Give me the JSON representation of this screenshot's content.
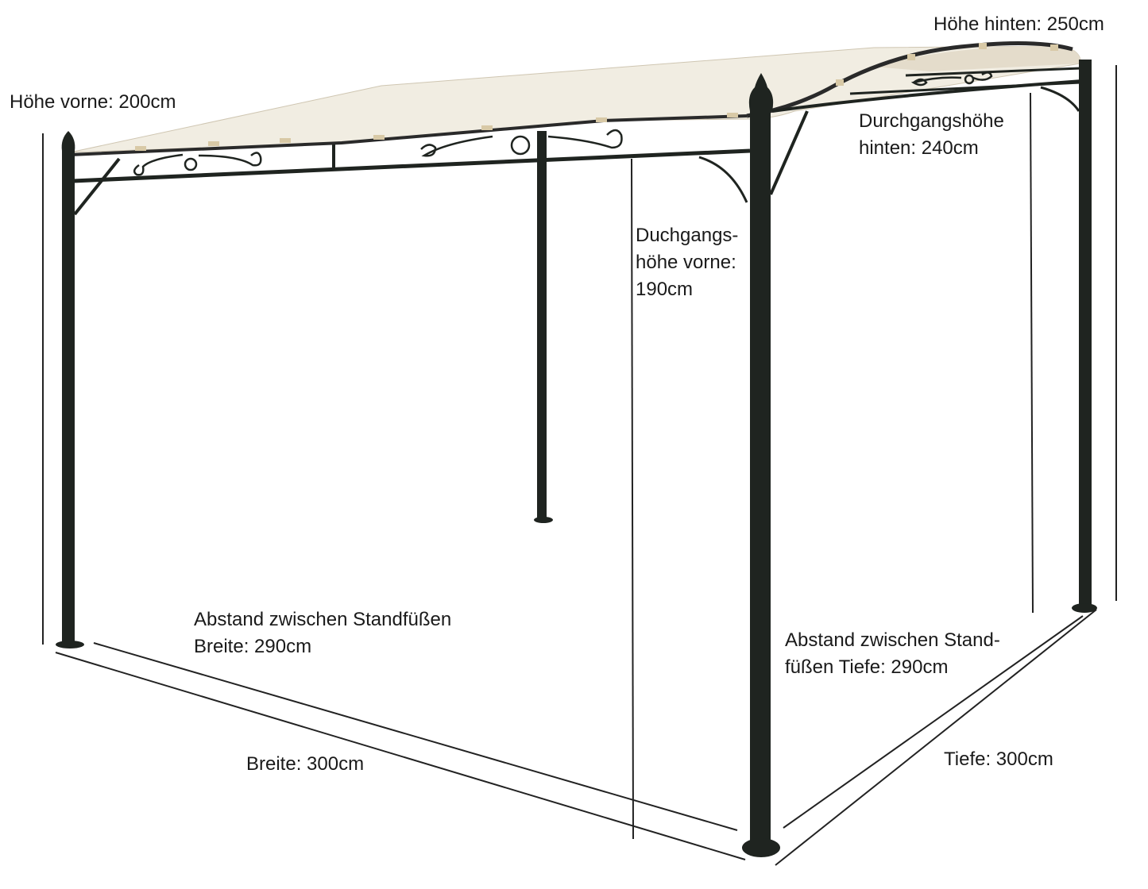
{
  "labels": {
    "hoehe_vorne": "Höhe vorne: 200cm",
    "hoehe_hinten": "Höhe hinten: 250cm",
    "durchgang_hinten": [
      "Durchgangshöhe",
      "hinten: 240cm"
    ],
    "durchgang_vorne": [
      "Duchgangs-",
      "höhe vorne:",
      "190cm"
    ],
    "abstand_breite": [
      "Abstand zwischen Standfüßen",
      "Breite: 290cm"
    ],
    "abstand_tiefe": [
      "Abstand zwischen Stand-",
      "füßen Tiefe: 290cm"
    ],
    "breite": "Breite: 300cm",
    "tiefe": "Tiefe: 300cm"
  },
  "colors": {
    "frame": "#1f2420",
    "canopy": "#f1ede2",
    "canopy_shade": "#e4dccb",
    "strap": "#d8c9a6",
    "dimension_line": "#222222"
  }
}
